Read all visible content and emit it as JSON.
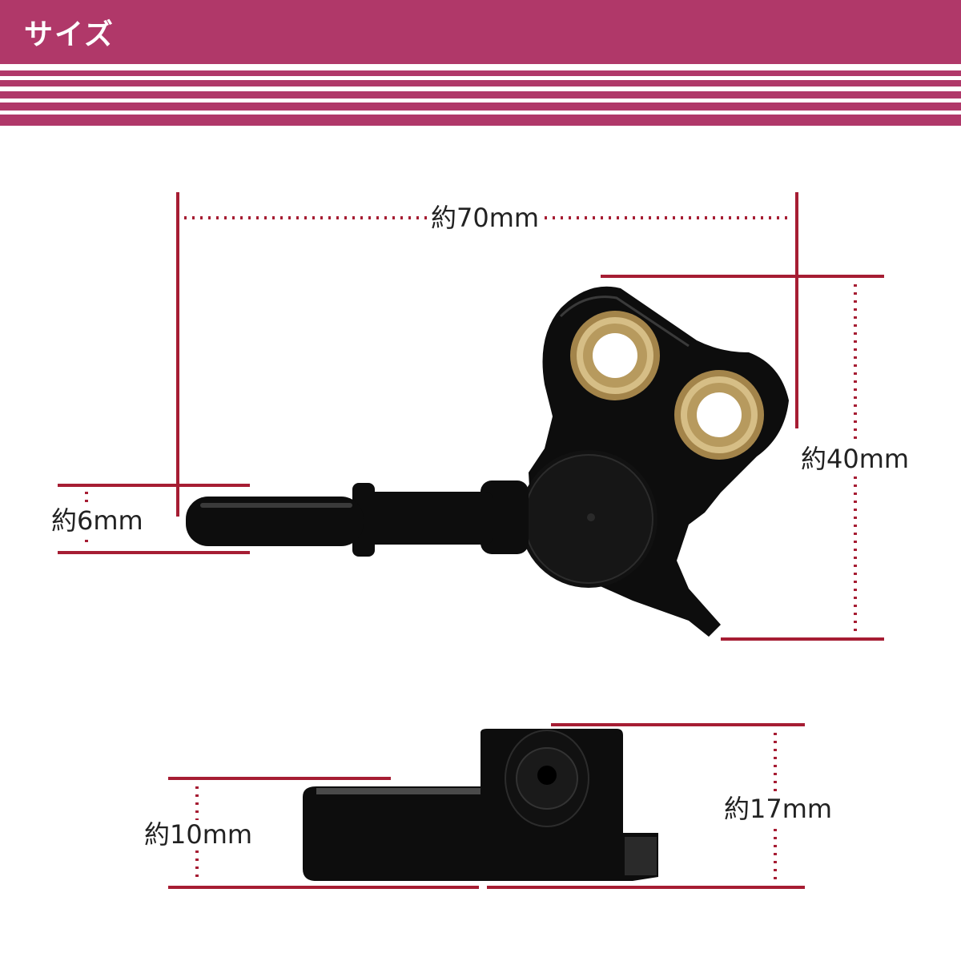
{
  "header": {
    "title": "サイズ"
  },
  "colors": {
    "brand": "#b03869",
    "dimension_line": "#a61d33",
    "part_body": "#0d0d0d",
    "brass": "#b79a5e"
  },
  "dimensions": {
    "width": "約70mm",
    "height": "約40mm",
    "pin_diameter": "約6mm",
    "side_height_small": "約10mm",
    "side_height_total": "約17mm"
  }
}
